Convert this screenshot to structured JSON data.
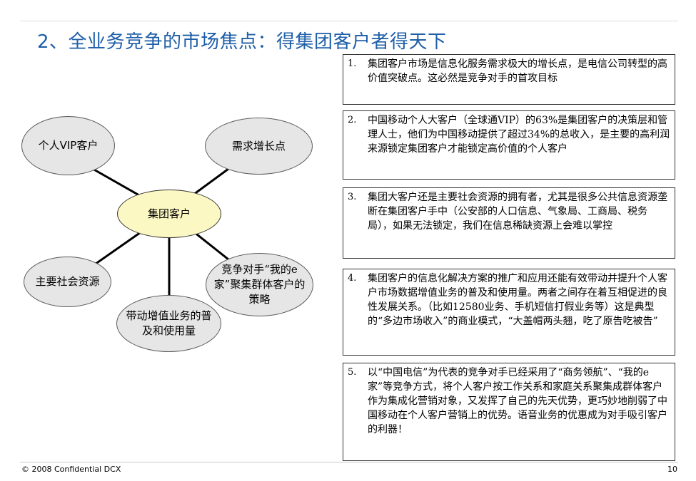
{
  "title": "2、全业务竞争的市场焦点：得集团客户者得天下",
  "diagram": {
    "center": "集团客户",
    "nodes": {
      "vip": "个人VIP客户",
      "demand": "需求增长点",
      "social": "主要社会资源",
      "value_added": "带动增值业务的普及和使用量",
      "competitor": "竞争对手“我的e家”聚集群体客户的策略"
    }
  },
  "items": [
    {
      "num": "1.",
      "text": "集团客户市场是信息化服务需求极大的增长点，是电信公司转型的高价值突破点。这必然是竞争对手的首攻目标"
    },
    {
      "num": "2.",
      "text": "中国移动个人大客户（全球通VIP）的63%是集团客户的决策层和管理人士，他们为中国移动提供了超过34%的总收入，是主要的高利润来源锁定集团客户才能锁定高价值的个人客户"
    },
    {
      "num": "3.",
      "text": "集团大客户还是主要社会资源的拥有者，尤其是很多公共信息资源垄断在集团客户手中（公安部的人口信息、气象局、工商局、税务局），如果无法锁定，我们在信息稀缺资源上会难以掌控"
    },
    {
      "num": "4.",
      "text": "集团客户的信息化解决方案的推广和应用还能有效带动并提升个人客户市场数据增值业务的普及和使用量。两者之间存在着互相促进的良性发展关系。（比如12580业务、手机短信打假业务等）这是典型的“多边市场收入”的商业模式，“大盖帽两头翘，吃了原告吃被告”"
    },
    {
      "num": "5.",
      "text": "以“中国电信”为代表的竞争对手已经采用了“商务领航”、“我的e家”等竞争方式，将个人客户按工作关系和家庭关系聚集成群体客户作为集成化营销对象，又发挥了自己的先天优势，更巧妙地削弱了中国移动在个人客户营销上的优势。语音业务的优惠成为对手吸引客户的利器！"
    }
  ],
  "footer": {
    "copyright": "© 2008 Confidential DCX",
    "page": "10"
  }
}
